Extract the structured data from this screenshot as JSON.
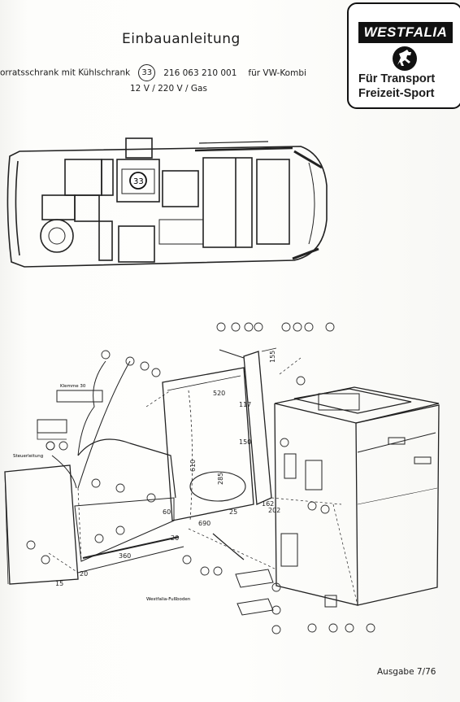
{
  "header": {
    "title": "Einbauanleitung",
    "product": "orratsschrank mit Kühlschrank",
    "model_number": "33",
    "part_number": "216 063 210 001",
    "vehicle": "für VW-Kombi",
    "power": "12 V / 220 V / Gas"
  },
  "logo": {
    "brand": "WESTFALIA",
    "line1": "Für Transport",
    "line2": "Freizeit-Sport",
    "icon": "horse-icon"
  },
  "floorplan": {
    "marker": "33"
  },
  "diagram": {
    "labels": {
      "klemme": "Klemme 30",
      "steuerleitung": "Steuerleitung",
      "floor": "Westfalia-Fußboden"
    },
    "dimensions": [
      "520",
      "117",
      "150",
      "610",
      "285",
      "155",
      "690",
      "360",
      "20",
      "20",
      "15",
      "60",
      "162",
      "202",
      "25"
    ]
  },
  "footer": {
    "issue": "Ausgabe 7/76"
  }
}
